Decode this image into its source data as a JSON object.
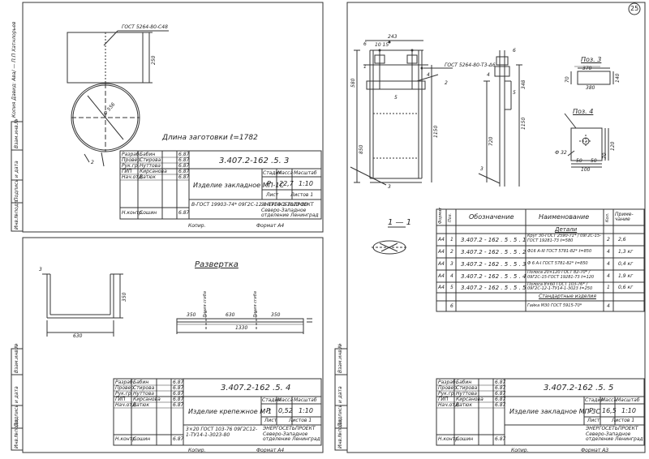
{
  "page_number": "25",
  "copy_note": "Копия Давид: Ава/ — П.П Хатнлорьев",
  "side_labels": [
    "Инв.№подл.",
    "Подпись и дата",
    "Взам.инв.№"
  ],
  "sheet1": {
    "gost_ref": "ГОСТ 5264-80-С48",
    "dim_250": "250",
    "dim_diameter": "Ф 556",
    "dim_2": "2",
    "length_note": "Длина заготовки  ℓ=1782",
    "code": "3.407.2-162 .5. 3",
    "roles": [
      "Разраб.",
      "Провер.",
      "Рук.гр.",
      "ГИП",
      "Нач.отд.",
      "",
      "Н.контр."
    ],
    "names": [
      "Бабин",
      "Стирова",
      "Нуттова",
      "Кирсанова",
      "Ватюк",
      "",
      "Сошин"
    ],
    "dates": [
      "6.87",
      "6.87",
      "6.87",
      "6.87",
      "6.87",
      "",
      "6.87"
    ],
    "title": "Изделие закладное МП-1С",
    "stage": "Р",
    "mass": "22,7",
    "scale": "1:10",
    "sheet": "Лист",
    "sheets": "Листов 1",
    "material": "В-ГОСТ 19903-74*  09Г2С-12-1-ТУ14-1-3023-80",
    "org": "ЭНЕРГОСЕТЬПРОЕКТ Северо-Западное отделение Ленинград",
    "head_labels": [
      "Стадия",
      "Масса",
      "Масштаб"
    ],
    "copy_label": "Копир.",
    "format": "Формат А4"
  },
  "sheet2": {
    "heading": "Развертка",
    "dim_3": "3",
    "dim_350v": "350",
    "dim_350a": "350",
    "dim_630a": "630",
    "dim_350b": "350",
    "bend1": "Линия сгиба",
    "bend2": "Линия сгиба",
    "dim_1330": "1330",
    "dim_630b": "630",
    "code": "3.407.2-162 .5. 4",
    "roles": [
      "Разраб.",
      "Провер.",
      "Рук.гр.",
      "ГИП",
      "Нач.отд.",
      "",
      "Н.контр."
    ],
    "names": [
      "Бабин",
      "Стирова",
      "Нуттова",
      "Кирсанова",
      "Ватюк",
      "",
      "Сошин"
    ],
    "dates": [
      "6.87",
      "6.87",
      "6.87",
      "6.87",
      "6.87",
      "",
      "6.87"
    ],
    "title": "Изделие крепежное М-1",
    "stage": "Р",
    "mass": "0,52",
    "scale": "1:10",
    "sheet": "Лист",
    "sheets": "Листов 1",
    "material": "3×20 ГОСТ 103-76  09Г2С12-1-ТУ14-1-3023-80",
    "org": "ЭНЕРГОСЕТЬПРОЕКТ Северо-Западное отделение Ленинград",
    "head_labels": [
      "Стадия",
      "Масса",
      "Масштаб"
    ],
    "copy_label": "Копир.",
    "format": "Формат А4"
  },
  "sheet3": {
    "dim_243": "243",
    "dim_10_15": "10  15",
    "gost_ref": "ГОСТ 5264-80-Т3-Δ6",
    "labels": [
      "1",
      "2",
      "3",
      "4",
      "5",
      "6"
    ],
    "dim_580": "580",
    "dim_1150": "1150",
    "dim_850": "850",
    "dim_348": "348",
    "dim_720": "720",
    "dim_1150b": "1150",
    "pos3": "Поз. 3",
    "dim_370": "370",
    "dim_380": "380",
    "dim_70": "70",
    "dim_140": "140",
    "pos4": "Поз. 4",
    "dim_d32": "Ф 32",
    "dim_50a": "50",
    "dim_50b": "50",
    "dim_100": "100",
    "dim_70b": "70",
    "dim_120": "120",
    "section": "1 — 1",
    "code": "3.407.2-162 .5. 5",
    "roles": [
      "Разраб.",
      "Провер.",
      "Рук.гр.",
      "ГИП",
      "Нач.отд.",
      "",
      "Н.контр."
    ],
    "names": [
      "Бабин",
      "Стирова",
      "Нуттова",
      "Кирсанова",
      "Ватюк",
      "",
      "Сошин"
    ],
    "dates": [
      "6.87",
      "6.87",
      "6.87",
      "6.87",
      "6.87",
      "",
      "6.87"
    ],
    "title": "Изделие закладное МП-3С",
    "stage": "Р",
    "mass": "16,5",
    "scale": "1:10",
    "sheet": "Лист",
    "sheets": "Листов 1",
    "org": "ЭНЕРГОСЕТЬПРОЕКТ Северо-Западное отделение Ленинград",
    "head_labels": [
      "Стадия",
      "Масса",
      "Масштаб"
    ],
    "copy_label": "Копир.",
    "format": "Формат А3"
  },
  "spec": {
    "headers": [
      "Формат",
      "Поз.",
      "Обозначение",
      "Наименование",
      "Кол.",
      "Приме-чание"
    ],
    "section_parts": "Детали",
    "section_std": "Стандартные изделия",
    "rows": [
      {
        "fmt": "А4",
        "pos": "1",
        "code": "3.407.2 - 162 . 5 . 5 . 1",
        "name": "Круг 30-ГОСТ 2590-71* / 09Г2С-15-ГОСТ 19281-73  ℓ=580",
        "qty": "2",
        "note": "2,6"
      },
      {
        "fmt": "А4",
        "pos": "2",
        "code": "3.407.2 - 162 . 5 . 5 . 2",
        "name": "Ф16 А-III ГОСТ 5781-82*  ℓ=850",
        "qty": "4",
        "note": "1,3 кг"
      },
      {
        "fmt": "А4",
        "pos": "3",
        "code": "3.407.2 - 162 . 5 . 5 . 3",
        "name": "Ф 6 А-I ГОСТ 5781-82*  ℓ=850",
        "qty": "4",
        "note": "0,4 кг"
      },
      {
        "fmt": "А4",
        "pos": "4",
        "code": "3.407.2 - 162 . 5 . 5 . 4",
        "name": "Полоса 20×120 ГОСТ 82-70* / 09Г2С-15-ГОСТ 19281-73  ℓ=120",
        "qty": "4",
        "note": "1,9 кг"
      },
      {
        "fmt": "А4",
        "pos": "5",
        "code": "3.407.2 - 162 . 5 . 5 . 5",
        "name": "Полоса 8×60 ГОСТ 103-76* / 09Г2С-12-1-ТУ14-1-3023  ℓ=250",
        "qty": "1",
        "note": "0,6 кг"
      },
      {
        "fmt": "",
        "pos": "6",
        "code": "",
        "name": "Гайка М30 ГОСТ 5915-70*",
        "qty": "4",
        "note": ""
      }
    ]
  }
}
